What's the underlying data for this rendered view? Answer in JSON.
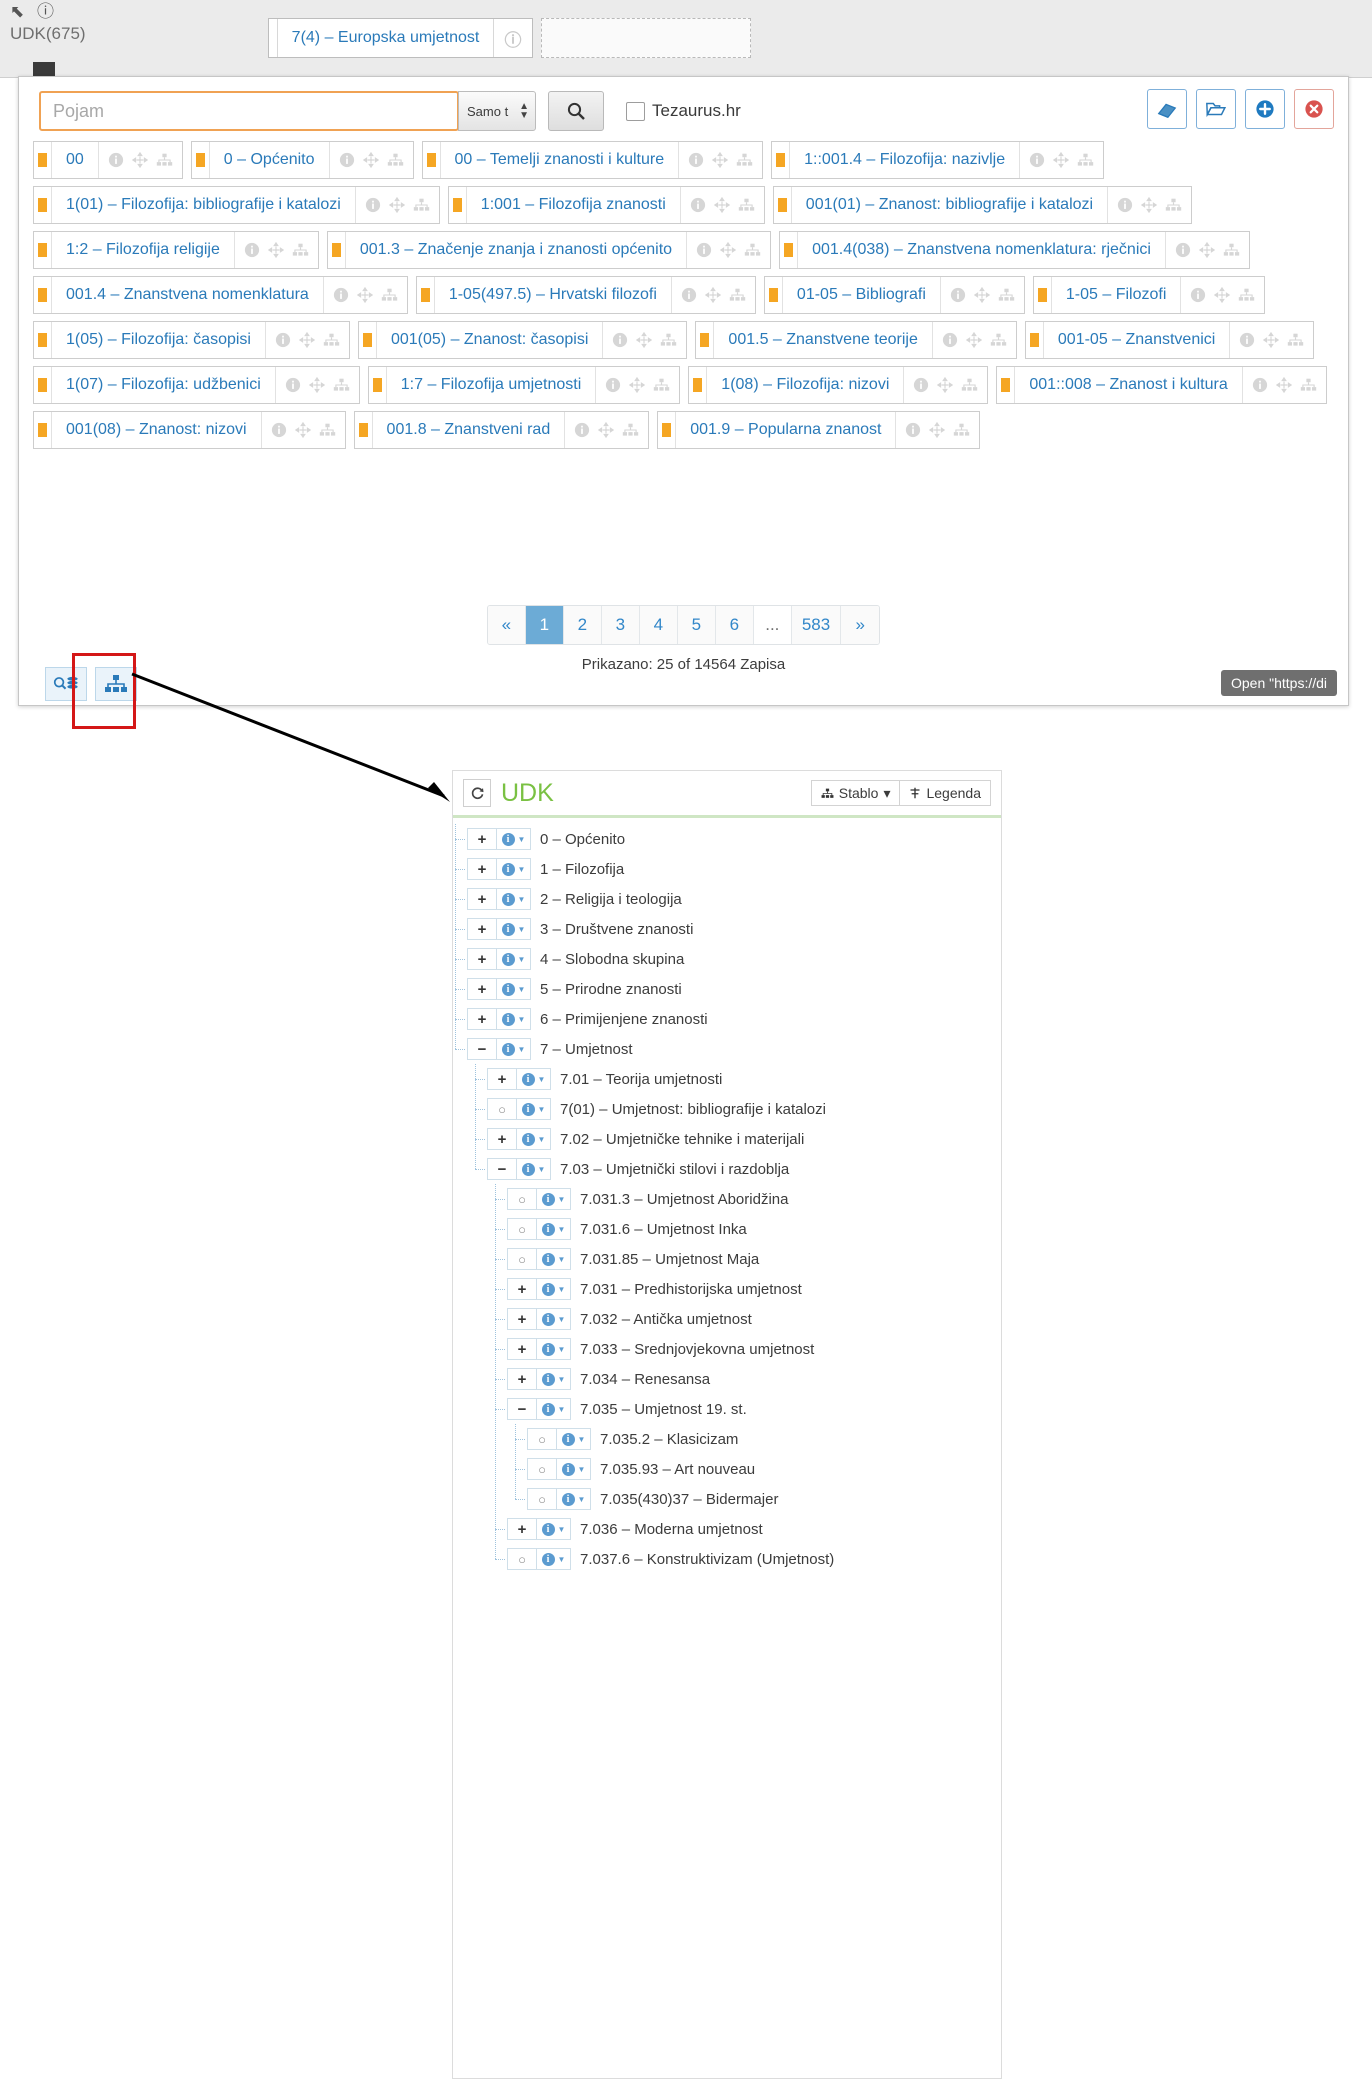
{
  "host": {
    "icons": "⬉ ⓘ",
    "label": "UDK(675)",
    "selected_tag": {
      "text": "7(4) – Europska umjetnost",
      "info_icon": "info-icon"
    },
    "empty_slot": ""
  },
  "modal": {
    "search": {
      "placeholder": "Pojam",
      "value": "",
      "scope_value": "Samo t",
      "search_icon": "search-icon",
      "thesaurus_label": "Tezaurus.hr",
      "thesaurus_checked": false
    },
    "actions": [
      {
        "name": "eraser-button",
        "icon": "eraser-icon",
        "color": "#2a7ab9"
      },
      {
        "name": "folder-button",
        "icon": "folder-open-icon",
        "color": "#2a7ab9"
      },
      {
        "name": "add-button",
        "icon": "plus-circle-icon",
        "color": "#1f7ac0"
      },
      {
        "name": "close-button",
        "icon": "close-circle-icon",
        "color": "#d9534f"
      }
    ],
    "results": [
      "00",
      "0 – Općenito",
      "00 – Temelji znanosti i kulture",
      "1::001.4 – Filozofija: nazivlje",
      "1(01) – Filozofija: bibliografije i katalozi",
      "1:001 – Filozofija znanosti",
      "001(01) – Znanost: bibliografije i katalozi",
      "1:2 – Filozofija religije",
      "001.3 – Značenje znanja i znanosti općenito",
      "001.4(038) – Znanstvena nomenklatura: rječnici",
      "001.4 – Znanstvena nomenklatura",
      "1-05(497.5) – Hrvatski filozofi",
      "01-05 – Bibliografi",
      "1-05 – Filozofi",
      "1(05) – Filozofija: časopisi",
      "001(05) – Znanost: časopisi",
      "001.5 – Znanstvene teorije",
      "001-05 – Znanstvenici",
      "1(07) – Filozofija: udžbenici",
      "1:7 – Filozofija umjetnosti",
      "1(08) – Filozofija: nizovi",
      "001::008 – Znanost i kultura",
      "001(08) – Znanost: nizovi",
      "001.8 – Znanstveni rad",
      "001.9 – Popularna znanost"
    ],
    "pagination": {
      "prev": "«",
      "pages": [
        "1",
        "2",
        "3",
        "4",
        "5",
        "6"
      ],
      "ellipsis": "...",
      "last": "583",
      "next": "»",
      "active": "1"
    },
    "count_text": "Prikazano: 25 of 14564 Zapisa",
    "bottom_tools": [
      {
        "name": "search-database-toggle",
        "icon": "search-database-icon"
      },
      {
        "name": "tree-view-toggle",
        "icon": "sitemap-icon"
      }
    ]
  },
  "status_tip": "Open \"https://di",
  "tree": {
    "title": "UDK",
    "refresh_icon": "refresh-icon",
    "buttons": [
      {
        "label": "Stablo",
        "icon": "sitemap-icon",
        "caret": "▾"
      },
      {
        "label": "Legenda",
        "icon": "legend-icon",
        "caret": ""
      }
    ],
    "nodes": [
      {
        "depth": 0,
        "state": "collapsed",
        "label": "0 – Općenito"
      },
      {
        "depth": 0,
        "state": "collapsed",
        "label": "1 – Filozofija"
      },
      {
        "depth": 0,
        "state": "collapsed",
        "label": "2 – Religija i teologija"
      },
      {
        "depth": 0,
        "state": "collapsed",
        "label": "3 – Društvene znanosti"
      },
      {
        "depth": 0,
        "state": "collapsed",
        "label": "4 – Slobodna skupina"
      },
      {
        "depth": 0,
        "state": "collapsed",
        "label": "5 – Prirodne znanosti"
      },
      {
        "depth": 0,
        "state": "collapsed",
        "label": "6 – Primijenjene znanosti"
      },
      {
        "depth": 0,
        "state": "expanded",
        "label": "7 – Umjetnost"
      },
      {
        "depth": 1,
        "state": "collapsed",
        "label": "7.01 – Teorija umjetnosti"
      },
      {
        "depth": 1,
        "state": "leaf",
        "label": "7(01) – Umjetnost: bibliografije i katalozi"
      },
      {
        "depth": 1,
        "state": "collapsed",
        "label": "7.02 – Umjetničke tehnike i materijali"
      },
      {
        "depth": 1,
        "state": "expanded",
        "label": "7.03 – Umjetnički stilovi i razdoblja"
      },
      {
        "depth": 2,
        "state": "leaf",
        "label": "7.031.3 – Umjetnost Aboridžina"
      },
      {
        "depth": 2,
        "state": "leaf",
        "label": "7.031.6 – Umjetnost Inka"
      },
      {
        "depth": 2,
        "state": "leaf",
        "label": "7.031.85 – Umjetnost Maja"
      },
      {
        "depth": 2,
        "state": "collapsed",
        "label": "7.031 – Predhistorijska umjetnost"
      },
      {
        "depth": 2,
        "state": "collapsed",
        "label": "7.032 – Antička umjetnost"
      },
      {
        "depth": 2,
        "state": "collapsed",
        "label": "7.033 – Srednjovjekovna umjetnost"
      },
      {
        "depth": 2,
        "state": "collapsed",
        "label": "7.034 – Renesansa"
      },
      {
        "depth": 2,
        "state": "expanded",
        "label": "7.035 – Umjetnost 19. st."
      },
      {
        "depth": 3,
        "state": "leaf",
        "label": "7.035.2 – Klasicizam"
      },
      {
        "depth": 3,
        "state": "leaf",
        "label": "7.035.93 – Art nouveau"
      },
      {
        "depth": 3,
        "state": "leaf",
        "label": "7.035(430)37 – Bidermajer"
      },
      {
        "depth": 2,
        "state": "collapsed",
        "label": "7.036 – Moderna umjetnost"
      },
      {
        "depth": 2,
        "state": "leaf",
        "label": "7.037.6 – Konstruktivizam (Umjetnost)"
      }
    ],
    "glyphs": {
      "collapsed": "+",
      "expanded": "−",
      "leaf": "○"
    }
  },
  "colors": {
    "accent_blue": "#2a7ab9",
    "tag_marker": "#f5a623",
    "tree_green": "#7ac143",
    "highlight_red": "#d41717",
    "focus_orange": "#f0a253"
  }
}
